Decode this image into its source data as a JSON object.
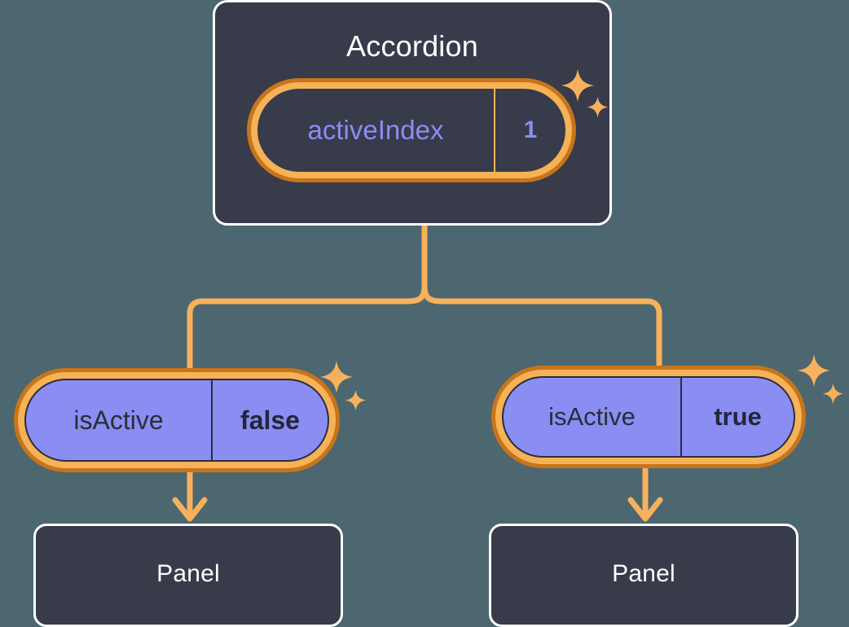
{
  "theme": {
    "background": "#4c676f",
    "card_fill": "#373b4a",
    "card_border": "#ffffff",
    "pill_ring_outer": "#c8741b",
    "pill_ring_inner": "#f5b257",
    "pill_purple_fill": "#8a8df2",
    "accent_orange": "#f7b15c",
    "prop_name_color": "#8a8df2",
    "dark_text": "#2a2e3c"
  },
  "diagram": {
    "type": "component-state-tree",
    "root": {
      "title": "Accordion",
      "state": {
        "key": "activeIndex",
        "value": "1"
      }
    },
    "branches": [
      {
        "prop": {
          "key": "isActive",
          "value": "false"
        },
        "child": {
          "title": "Panel"
        }
      },
      {
        "prop": {
          "key": "isActive",
          "value": "true"
        },
        "child": {
          "title": "Panel"
        }
      }
    ]
  },
  "icons": {
    "sparkle_big": "sparkle-icon",
    "sparkle_small": "sparkle-small-icon"
  }
}
